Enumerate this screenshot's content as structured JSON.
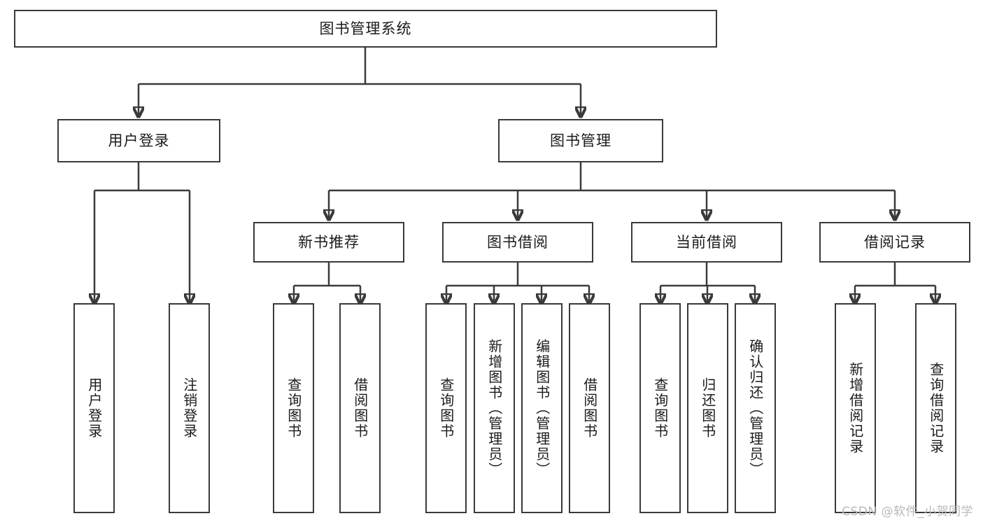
{
  "diagram": {
    "type": "tree",
    "title": "图书管理系统",
    "root": {
      "label": "图书管理系统"
    },
    "level2": [
      {
        "label": "用户登录"
      },
      {
        "label": "图书管理"
      }
    ],
    "level3": [
      {
        "label": "新书推荐"
      },
      {
        "label": "图书借阅"
      },
      {
        "label": "当前借阅"
      },
      {
        "label": "借阅记录"
      }
    ],
    "leaves": {
      "user_login": [
        {
          "label": "用户登录"
        },
        {
          "label": "注销登录"
        }
      ],
      "new_book_recommend": [
        {
          "label": "查询图书"
        },
        {
          "label": "借阅图书"
        }
      ],
      "book_borrow": [
        {
          "label": "查询图书"
        },
        {
          "label": "新增图书（管理员）"
        },
        {
          "label": "编辑图书（管理员）"
        },
        {
          "label": "借阅图书"
        }
      ],
      "current_borrow": [
        {
          "label": "查询图书"
        },
        {
          "label": "归还图书"
        },
        {
          "label": "确认归还（管理员）"
        }
      ],
      "borrow_records": [
        {
          "label": "新增借阅记录"
        },
        {
          "label": "查询借阅记录"
        }
      ]
    }
  },
  "watermark": {
    "text": "CSDN @软件_小贺同学"
  },
  "colors": {
    "stroke": "#3a3a3a",
    "background": "#ffffff",
    "text": "#1b1b1b",
    "watermark": "#b9b9b9"
  }
}
